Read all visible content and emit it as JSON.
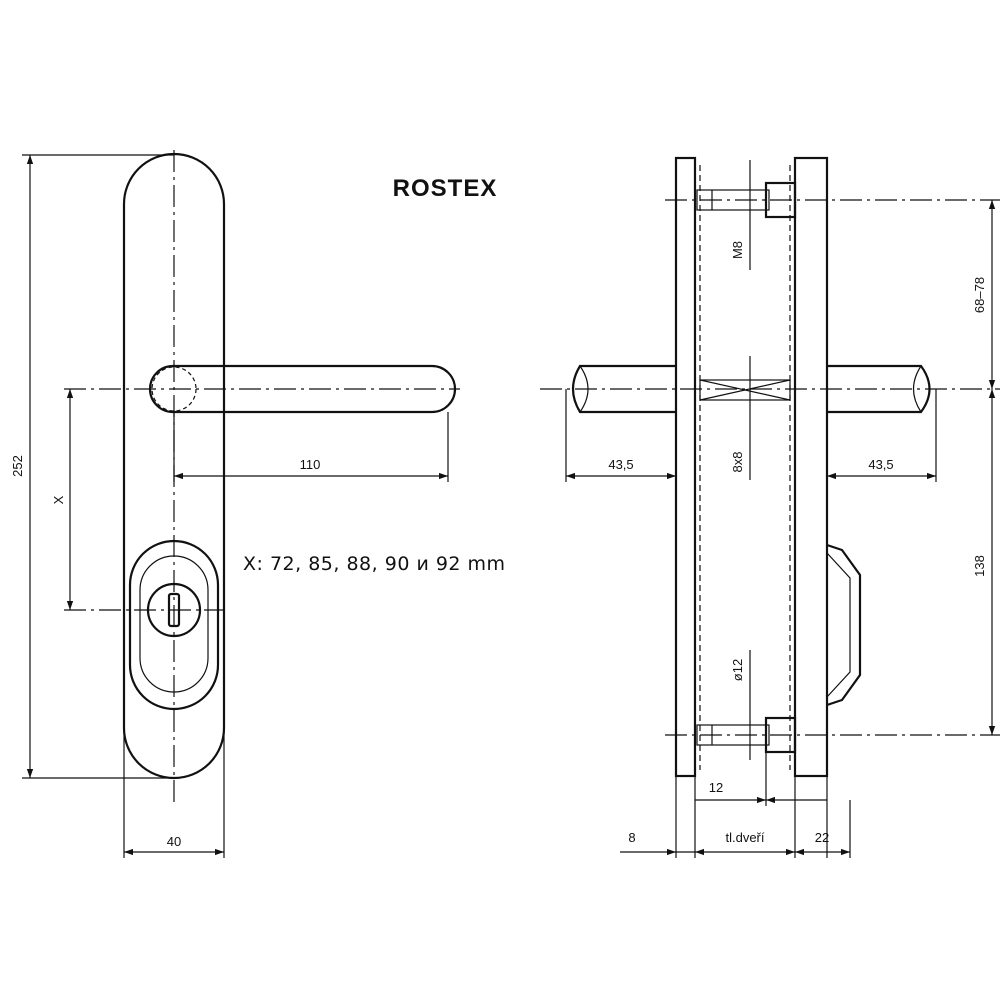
{
  "brand": "ROSTEX",
  "note": "X: 72, 85, 88, 90 и 92 mm",
  "front_view": {
    "dim_height": "252",
    "dim_x": "X",
    "dim_lever_length": "110",
    "dim_width": "40"
  },
  "side_view": {
    "dim_screw": "M8",
    "dim_screw_spacing_top": "68–78",
    "dim_lever_left": "43,5",
    "dim_spindle": "8x8",
    "dim_lever_right": "43,5",
    "dim_screw_spacing_bottom": "138",
    "dim_bolt": "ø12",
    "dim_offset": "12",
    "dim_plate_left": "8",
    "dim_door": "tl.dveří",
    "dim_plate_right": "22"
  }
}
